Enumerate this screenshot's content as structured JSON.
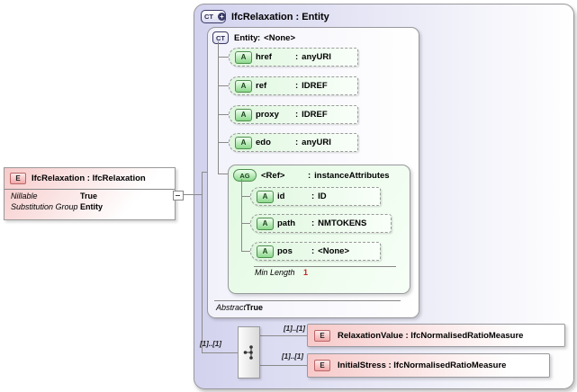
{
  "left_element": {
    "icon": "E",
    "title": "IfcRelaxation : IfcRelaxation",
    "rows": [
      {
        "label": "Nillable",
        "value": "True"
      },
      {
        "label": "Substitution Group",
        "value": "Entity"
      }
    ]
  },
  "container": {
    "icon": "CT",
    "icon_plus": "+",
    "title": "IfcRelaxation : Entity",
    "entity": {
      "icon": "CT",
      "name": "Entity",
      "sep": ":",
      "type": "<None>",
      "attributes": [
        {
          "icon": "A",
          "name": "href",
          "sep": ":",
          "type": "anyURI"
        },
        {
          "icon": "A",
          "name": "ref",
          "sep": ":",
          "type": "IDREF"
        },
        {
          "icon": "A",
          "name": "proxy",
          "sep": ":",
          "type": "IDREF"
        },
        {
          "icon": "A",
          "name": "edo",
          "sep": ":",
          "type": "anyURI"
        }
      ],
      "attribute_group": {
        "icon": "AG",
        "name": "<Ref>",
        "sep": ":",
        "type": "instanceAttributes",
        "attributes": [
          {
            "icon": "A",
            "name": "id",
            "sep": ":",
            "type": "ID"
          },
          {
            "icon": "A",
            "name": "path",
            "sep": ":",
            "type": "NMTOKENS"
          },
          {
            "icon": "A",
            "name": "pos",
            "sep": ":",
            "type": "<None>"
          }
        ],
        "facet": {
          "label": "Min Length",
          "value": "1"
        }
      },
      "footer": {
        "label": "Abstract",
        "value": "True"
      }
    },
    "sequence": {
      "cardinality": "[1]..[1]",
      "children": [
        {
          "icon": "E",
          "cardinality": "[1]..[1]",
          "title": "RelaxationValue : IfcNormalisedRatioMeasure"
        },
        {
          "icon": "E",
          "cardinality": "[1]..[1]",
          "title": "InitialStress : IfcNormalisedRatioMeasure"
        }
      ]
    }
  },
  "colors": {
    "container_lavender": "#d2d2ee",
    "attribute_green": "#8cd88c",
    "group_green_bg": "#e2f9e2",
    "element_pink": "#f7caca",
    "line_gray": "#8a8a8a",
    "facet_red": "#cc2222"
  }
}
